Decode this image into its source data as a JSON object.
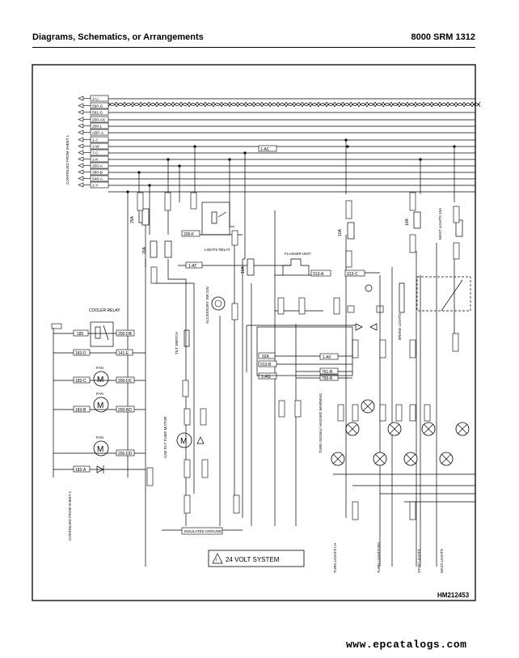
{
  "header": {
    "section_title": "Diagrams, Schematics, or Arrangements",
    "manual_id": "8000 SRM 1312"
  },
  "diagram": {
    "wire_tags": [
      "1-U",
      "590-G",
      "591-G",
      "200-AX",
      "200-L",
      "ABF-A",
      "1-J",
      "1-W",
      "7-C",
      "1-K",
      "200-A",
      "380-B",
      "548-A",
      "1-Y"
    ],
    "top_side_label": "CONTINUED FROM SHEET 1",
    "bottom_side_label": "CONTINUED FROM SHEET 1",
    "components": {
      "cooler_relay": "COOLER RELAY",
      "fan": "FAN",
      "lights_relay": "LIGHTS RELAY",
      "flasher_unit": "FLASHER UNIT",
      "accessory_sw": "ACCESSORY SW 24V",
      "tilt_switch": "TILT SWITCH",
      "cab_tilt_motor": "CAB TILT PUMP MOTOR",
      "brake_lights": "BRAKE LIGHTS",
      "mast_lights_fuse": "MAST LIGHTS 15A",
      "turn_signal": "TURN SIGNAL/ HAZARD WARNING",
      "insulated_ground": "INSULATED GROUND",
      "volt_system": "24 VOLT SYSTEM"
    },
    "bottom_labels": [
      "TURN LIGHTS LH",
      "TURN LIGHTS RH",
      "STOP LIGHTS",
      "MAST LIGHTS"
    ],
    "wire_labels": {
      "w_1_ac": "1-AC",
      "w_200_f": "200-F",
      "w_1_at": "1-AT",
      "w_913_a": "913-A",
      "w_913_c": "913-C",
      "w_92a": "92A",
      "w_913_b": "913-B",
      "w_1_ag": "1-AG",
      "w_1_ay": "1-AY",
      "w_791_b": "791-B",
      "w_790_b": "790-B",
      "w_185": "185",
      "w_200_db": "200-DB",
      "w_183_d": "183-D",
      "w_141_e": "141-E",
      "w_183_c": "183-C",
      "w_200_dc": "200-DC",
      "w_183_b": "183-B",
      "w_200_bd": "200-BD",
      "w_183_a": "183-A",
      "w_200_dd": "200-DD",
      "f_25a": "25A",
      "f_20a": "20A",
      "f_10a_l": "10A",
      "f_10a_m": "10A",
      "f_10a_r": "10A"
    },
    "figure_id": "HM212453"
  },
  "footer": {
    "watermark": "www.epcatalogs.com"
  }
}
